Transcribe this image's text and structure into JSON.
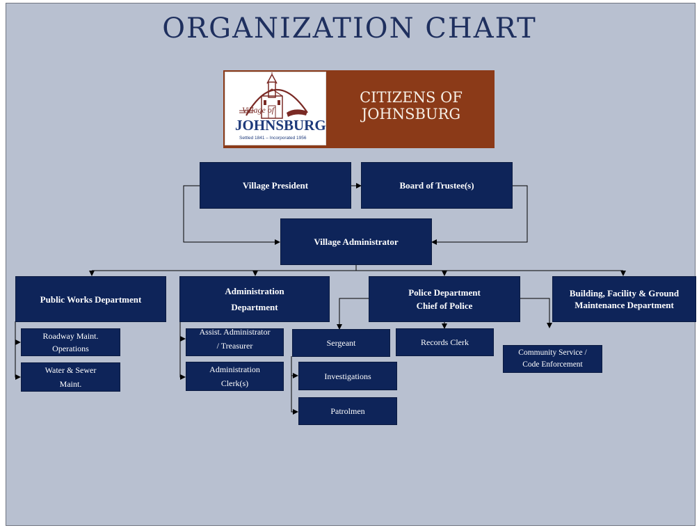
{
  "slide": {
    "title": "ORGANIZATION CHART",
    "colors": {
      "background": "#b8c0d0",
      "box_fill": "#0e2459",
      "banner": "#8b3a18",
      "title": "#1e2f5e"
    }
  },
  "banner": {
    "logo": {
      "prefix": "Village of",
      "name": "JOHNSBURG",
      "tagline": "Settled 1841 – Incorporated 1956",
      "icon": "church-icon"
    },
    "text_line1": "CITIZENS OF",
    "text_line2": "JOHNSBURG"
  },
  "nodes": {
    "president": "Village President",
    "trustees": "Board of Trustee(s)",
    "administrator": "Village Administrator",
    "public_works": "Public Works Department",
    "administration_l1": "Administration",
    "administration_l2": "Department",
    "police_l1": "Police Department",
    "police_l2": "Chief of Police",
    "building_l1": "Building, Facility & Ground",
    "building_l2": "Maintenance Department",
    "roadway_l1": "Roadway Maint.",
    "roadway_l2": "Operations",
    "water_l1": "Water & Sewer",
    "water_l2": "Maint.",
    "assist_l1": "Assist. Administrator",
    "assist_l2": "/ Treasurer",
    "admin_clerk_l1": "Administration",
    "admin_clerk_l2": "Clerk(s)",
    "sergeant": "Sergeant",
    "records_clerk": "Records Clerk",
    "investigations": "Investigations",
    "patrolmen": "Patrolmen",
    "community_l1": "Community Service /",
    "community_l2": "Code Enforcement"
  }
}
